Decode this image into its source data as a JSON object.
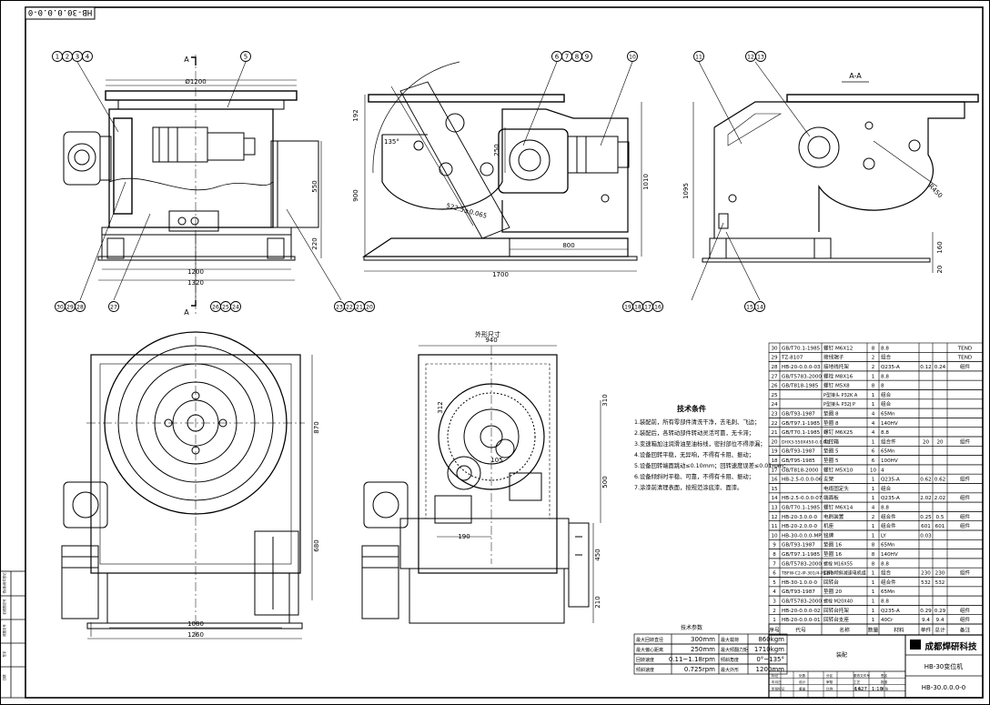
{
  "drawing": {
    "code_top": "HB-30.0.0.0-0",
    "section_label": "A-A",
    "section_mark": "A",
    "center_mark_label": "外形尺寸",
    "tech_title": "技术条件",
    "tech_lines": [
      "1.装配前，所有零部件清洗干净，去毛刺、飞边；",
      "2.装配后，各转动部件转动灵活可靠，无卡滞；",
      "3.变速箱加注润滑油至油标线，密封部位不得渗漏；",
      "4.设备回转平稳，无异响，不得有卡阻、振动；",
      "5.设备回转端面跳动≤0.10mm；回转速度误差≤0.01rpm；",
      "6.设备倾斜时平稳、可靠，不得有卡阻、振动；",
      "7.涂漆前清理表面，按规范涂底漆、面漆。"
    ],
    "balloons_front_top": [
      "1",
      "2",
      "3",
      "4",
      "5"
    ],
    "balloons_side_top": [
      "6",
      "7",
      "8",
      "9",
      "10"
    ],
    "balloons_right_top": [
      "11",
      "12",
      "13"
    ],
    "balloons_front_bottom_left": [
      "30",
      "29",
      "28"
    ],
    "balloons_front_bottom": [
      "27",
      "26",
      "25",
      "24",
      "23",
      "22",
      "21",
      "20"
    ],
    "balloons_right_bottom": [
      "19",
      "18",
      "17",
      "16",
      "15",
      "14"
    ],
    "dims": {
      "d1200": "Ø1200",
      "w1200": "1200",
      "w1320": "1320",
      "h550": "550",
      "h220": "220",
      "h192": "192",
      "h900": "900",
      "h250": "250",
      "a135": "135°",
      "l522": "522.5±0.065",
      "w800": "800",
      "w1700": "1700",
      "h1010": "1010",
      "h1095": "1095",
      "r450": "R450",
      "h160": "160",
      "h20": "20",
      "w940": "940",
      "h870": "870",
      "h680": "680",
      "w1080": "1080",
      "w1260": "1260",
      "h312": "312",
      "h310": "310",
      "h500": "500",
      "w190": "190",
      "h450": "450",
      "h210": "210",
      "d105": "105"
    }
  },
  "params": {
    "title": "技术参数",
    "rows": [
      [
        "最大回转直径",
        "300mm",
        "最大载荷",
        "860kgm"
      ],
      [
        "最大偏心距离",
        "250mm",
        "最大倾翻力矩",
        "1710kgm"
      ],
      [
        "回转速度",
        "0.11~1.18rpm",
        "倾斜角度",
        "0°~135°"
      ],
      [
        "倾斜速度",
        "0.725rpm",
        "最大外形",
        "1200mm"
      ]
    ]
  },
  "bom": {
    "rows": [
      [
        "30",
        "GB/T70.1-1985",
        "螺钉 M6X12",
        "8",
        "8.8",
        "",
        "",
        "TEND"
      ],
      [
        "29",
        "TZ-8107",
        "接线端子",
        "2",
        "组合",
        "",
        "",
        "TEND"
      ],
      [
        "28",
        "HB-20-0.0.0-03",
        "接地线托架",
        "2",
        "Q235-A",
        "0.12",
        "0.24",
        "组件"
      ],
      [
        "27",
        "GB/T5783-2000",
        "螺栓 M8X16",
        "1",
        "8.8",
        "",
        "",
        ""
      ],
      [
        "26",
        "GB/T818-1985",
        "螺钉 M5X8",
        "8",
        "8",
        "",
        "",
        ""
      ],
      [
        "25",
        "",
        "P型接头 P32K A",
        "1",
        "组合",
        "",
        "",
        ""
      ],
      [
        "24",
        "",
        "P型接头 P32J P",
        "1",
        "组合",
        "",
        "",
        ""
      ],
      [
        "23",
        "GB/T93-1987",
        "垫圈 8",
        "4",
        "65Mn",
        "",
        "",
        ""
      ],
      [
        "22",
        "GB/T97.1-1985",
        "垫圈 8",
        "4",
        "140HV",
        "",
        "",
        ""
      ],
      [
        "21",
        "GB/T70.1-1985",
        "螺钉 M6X25",
        "4",
        "8.8",
        "",
        "",
        ""
      ],
      [
        "20",
        "DHX3-550X450-0.0.0-0",
        "电控箱",
        "1",
        "组合件",
        "20",
        "20",
        "组件"
      ],
      [
        "19",
        "GB/T93-1987",
        "垫圈 5",
        "6",
        "65Mn",
        "",
        "",
        ""
      ],
      [
        "18",
        "GB/T95-1985",
        "垫圈 5",
        "6",
        "100HV",
        "",
        "",
        ""
      ],
      [
        "17",
        "GB/T818-2000",
        "螺钉 M5X10",
        "10",
        "4",
        "",
        "",
        ""
      ],
      [
        "16",
        "HB-2.5-0.0.0-06",
        "支架",
        "1",
        "Q235-A",
        "0.62",
        "0.62",
        "组件"
      ],
      [
        "15",
        "",
        "电缆固定头",
        "1",
        "组合",
        "",
        "",
        ""
      ],
      [
        "14",
        "HB-2.5-0.0.0-07",
        "端面板",
        "1",
        "Q235-A",
        "2.02",
        "2.02",
        "组件"
      ],
      [
        "13",
        "GB/T70.1-1985",
        "螺钉 M6X14",
        "4",
        "8.8",
        "",
        "",
        ""
      ],
      [
        "12",
        "HB-20-3.0.0-0",
        "电刷装置",
        "2",
        "组合件",
        "0.25",
        "0.5",
        "组件"
      ],
      [
        "11",
        "HB-20-2.0.0-0",
        "机座",
        "1",
        "组合件",
        "601",
        "601",
        "组件"
      ],
      [
        "10",
        "HB-30-0.0.0-MP",
        "铭牌",
        "1",
        "LY",
        "0.03",
        "",
        ""
      ],
      [
        "9",
        "GB/T93-1987",
        "垫圈 16",
        "8",
        "65Mn",
        "",
        "",
        ""
      ],
      [
        "8",
        "GB/T97.1-1985",
        "垫圈 16",
        "8",
        "140HV",
        "",
        "",
        ""
      ],
      [
        "7",
        "GB/T5783-2000",
        "螺栓 M16X55",
        "8",
        "8.8",
        "",
        "",
        ""
      ],
      [
        "6",
        "TBFW-C2-IP-301/4-P1-B-B",
        "回转-倾斜减速电机组",
        "1",
        "组合",
        "230",
        "230",
        "组件"
      ],
      [
        "5",
        "HB-30-1.0.0-0",
        "回转台",
        "1",
        "组合件",
        "532",
        "532",
        ""
      ],
      [
        "4",
        "GB/T93-1987",
        "垫圈 20",
        "1",
        "65Mn",
        "",
        "",
        ""
      ],
      [
        "3",
        "GB/T5783-2000",
        "螺栓 M20X40",
        "1",
        "8.8",
        "",
        "",
        ""
      ],
      [
        "2",
        "HB-20-0.0.0-02",
        "回转台托架",
        "1",
        "Q235-A",
        "0.29",
        "0.29",
        "组件"
      ],
      [
        "1",
        "HB-20-0.0.0-01",
        "回转台支座",
        "1",
        "40Cr",
        "9.4",
        "9.4",
        "组件"
      ]
    ],
    "header": [
      "序号",
      "代号",
      "名称",
      "数量",
      "材料",
      "单件",
      "总计",
      "备注"
    ]
  },
  "title_block": {
    "company": "成都焊研科技",
    "product": "HB-30变位机",
    "drawing_no": "HB-30.0.0.0-0",
    "material_cell": "装配",
    "weight": "1427",
    "scale": "1:10",
    "mini_labels": [
      "标记",
      "处数",
      "分区",
      "更改文件号",
      "签名",
      "年月日",
      "设计",
      "审核",
      "工艺",
      "批准",
      "阶段标记",
      "重量",
      "比例",
      "共 张",
      "第 张"
    ]
  },
  "left_edge_labels": [
    "借(通)用件登记",
    "旧底图总号",
    "底图总号",
    "签字",
    "日期"
  ]
}
